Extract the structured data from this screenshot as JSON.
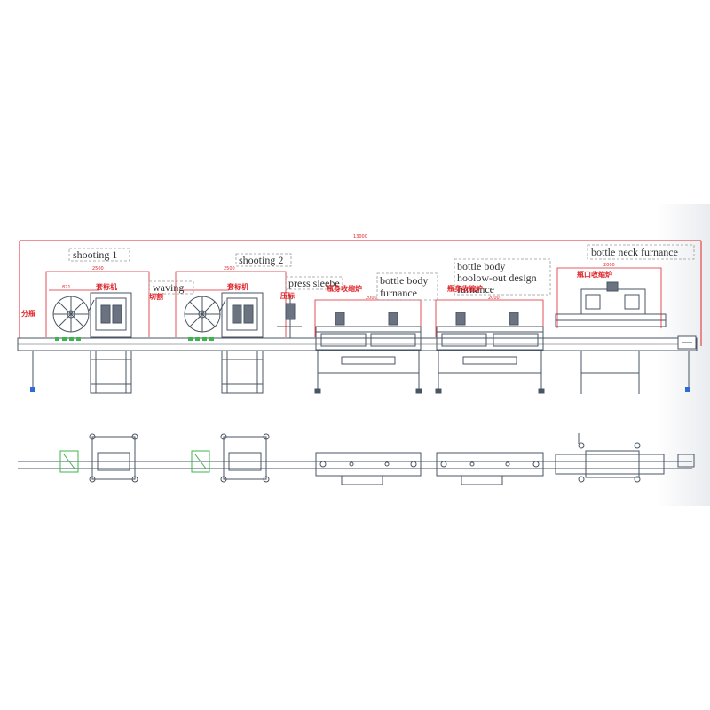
{
  "diagram": {
    "overall_dimension": "13000",
    "english_labels": {
      "shooting_1": "shooting 1",
      "shooting_2": "shooting 2",
      "waving": "waving",
      "press_sleeve": "press sleebe",
      "body_furnace_1_line1": "bottle body",
      "body_furnace_1_line2": "furnance",
      "body_furnace_2_line1": "bottle body",
      "body_furnace_2_line2": "hoolow-out design",
      "body_furnace_2_line3": "furnance",
      "neck_furnace": "bottle neck furnance"
    },
    "chinese_labels": {
      "separator": "分瓶",
      "labeler_1": "套标机",
      "labeler_2": "套标机",
      "tail_1": "切割",
      "press": "压标",
      "body_shrink_1": "瓶身收缩炉",
      "body_shrink_2": "瓶身收缩炉",
      "neck_shrink": "瓶口收缩炉"
    },
    "dimension_labels": {
      "sec1": "2500",
      "sec1_sub": "871",
      "sec2": "2500",
      "furnace1": "2000",
      "furnace2": "2000",
      "neck": "2000"
    },
    "colors": {
      "line": "#4a5563",
      "dimension": "#e0252b",
      "accent_green": "#3cb44b",
      "accent_blue": "#2f6bd8",
      "label_text": "#333333"
    }
  }
}
